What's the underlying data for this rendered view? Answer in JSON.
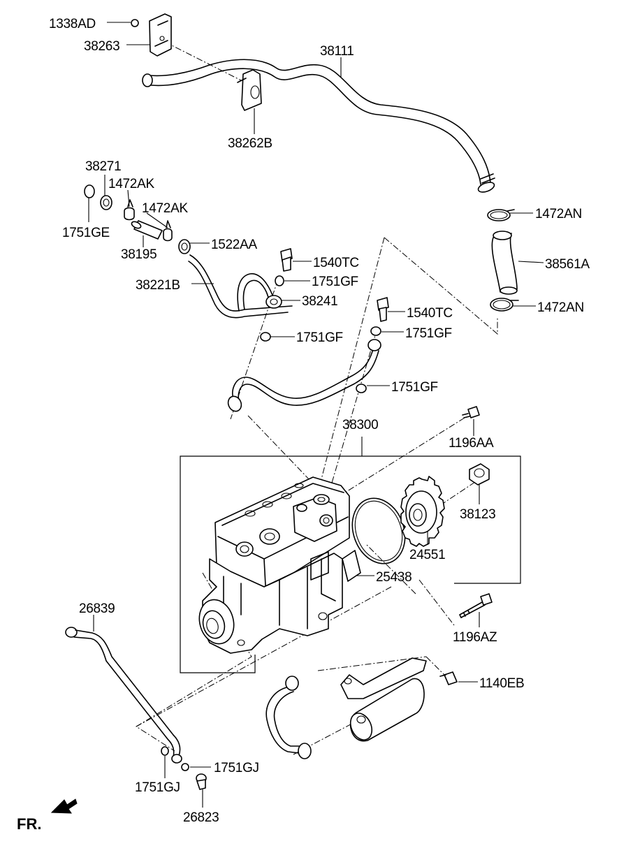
{
  "labels": [
    {
      "id": "1338AD",
      "text": "1338AD"
    },
    {
      "id": "38263",
      "text": "38263"
    },
    {
      "id": "38111",
      "text": "38111"
    },
    {
      "id": "38262B",
      "text": "38262B"
    },
    {
      "id": "38271",
      "text": "38271"
    },
    {
      "id": "1472AK_a",
      "text": "1472AK"
    },
    {
      "id": "1472AK_b",
      "text": "1472AK"
    },
    {
      "id": "1751GE",
      "text": "1751GE"
    },
    {
      "id": "38195",
      "text": "38195"
    },
    {
      "id": "1522AA",
      "text": "1522AA"
    },
    {
      "id": "1472AN_a",
      "text": "1472AN"
    },
    {
      "id": "38561A",
      "text": "38561A"
    },
    {
      "id": "1472AN_b",
      "text": "1472AN"
    },
    {
      "id": "1540TC_a",
      "text": "1540TC"
    },
    {
      "id": "1751GF_a",
      "text": "1751GF"
    },
    {
      "id": "38221B",
      "text": "38221B"
    },
    {
      "id": "38241",
      "text": "38241"
    },
    {
      "id": "1540TC_b",
      "text": "1540TC"
    },
    {
      "id": "1751GF_b",
      "text": "1751GF"
    },
    {
      "id": "1751GF_c",
      "text": "1751GF"
    },
    {
      "id": "1751GF_d",
      "text": "1751GF"
    },
    {
      "id": "38300",
      "text": "38300"
    },
    {
      "id": "1196AA",
      "text": "1196AA"
    },
    {
      "id": "38123",
      "text": "38123"
    },
    {
      "id": "24551",
      "text": "24551"
    },
    {
      "id": "25438",
      "text": "25438"
    },
    {
      "id": "26839",
      "text": "26839"
    },
    {
      "id": "1196AZ",
      "text": "1196AZ"
    },
    {
      "id": "1140EB",
      "text": "1140EB"
    },
    {
      "id": "1751GJ_a",
      "text": "1751GJ"
    },
    {
      "id": "1751GJ_b",
      "text": "1751GJ"
    },
    {
      "id": "26823",
      "text": "26823"
    }
  ],
  "direction_marker": {
    "text": "FR.",
    "icon": "forward-arrow-icon"
  }
}
